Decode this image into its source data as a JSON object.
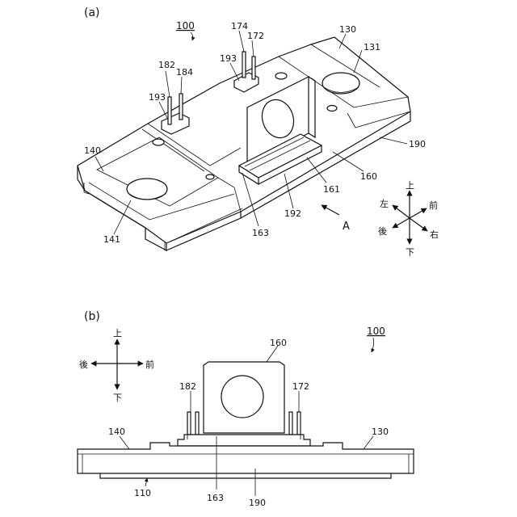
{
  "panel_a": {
    "label": "(a)",
    "title_ref": "100",
    "refs": {
      "r174": "174",
      "r172": "172",
      "r193a": "193",
      "r130": "130",
      "r131": "131",
      "r182": "182",
      "r184": "184",
      "r193b": "193",
      "r140": "140",
      "r190": "190",
      "r160": "160",
      "r161": "161",
      "r192": "192",
      "r163": "163",
      "r141": "141"
    },
    "view_arrow": "A",
    "directions": {
      "up": "上",
      "down": "下",
      "left": "左",
      "right": "右",
      "front": "前",
      "back": "後"
    }
  },
  "panel_b": {
    "label": "(b)",
    "title_ref": "100",
    "refs": {
      "r160": "160",
      "r182": "182",
      "r172": "172",
      "r140": "140",
      "r130": "130",
      "r110": "110",
      "r163": "163",
      "r190": "190"
    },
    "directions": {
      "up": "上",
      "down": "下",
      "back": "後",
      "front": "前"
    }
  }
}
